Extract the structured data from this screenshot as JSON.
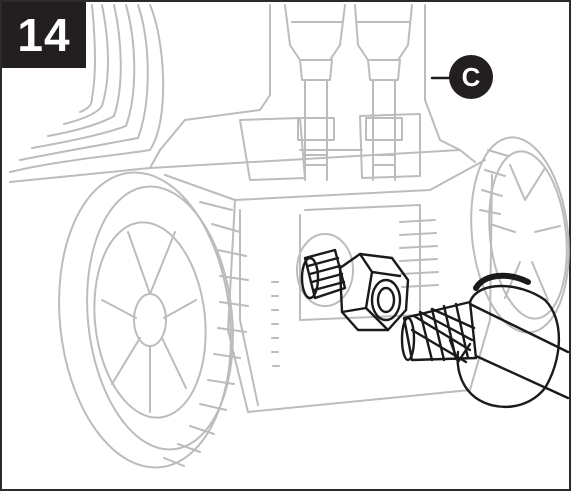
{
  "figure": {
    "step_number": "14",
    "callout_label": "C"
  },
  "icons": {
    "illustration": "pressure-washer-hose-connection",
    "rotation_arrow": "clockwise-rotation-arrow"
  },
  "colors": {
    "badge_fill": "#231f20",
    "badge_text": "#ffffff",
    "line_light": "#bcbcbc",
    "line_dark": "#1a1a1a",
    "frame": "#2b2b2b"
  }
}
